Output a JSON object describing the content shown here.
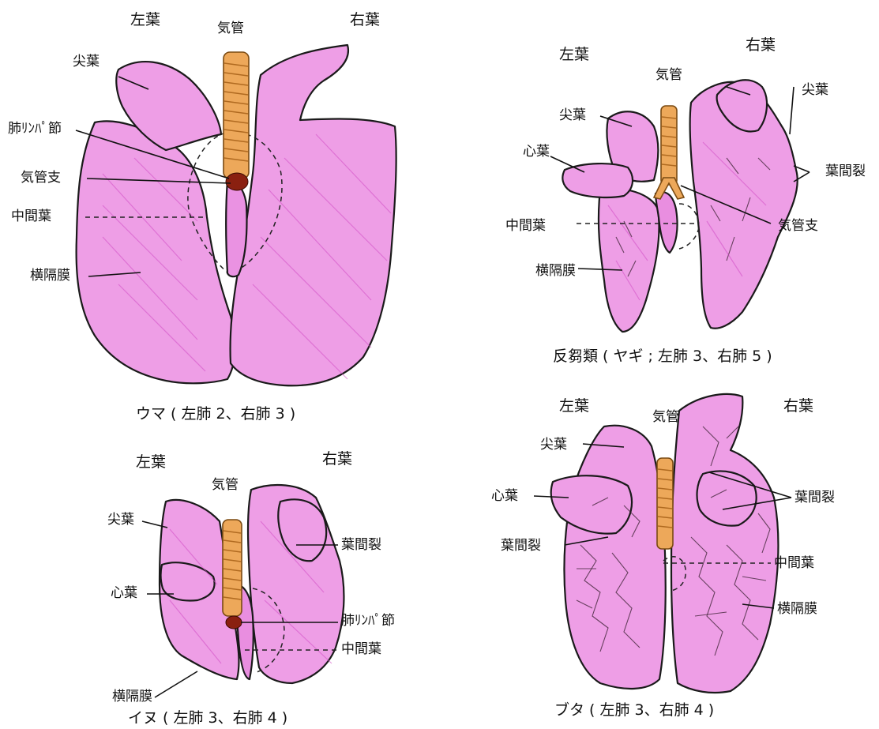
{
  "horse": {
    "caption": "ウマ ( 左肺 2、右肺 3 )",
    "labels": {
      "left_lobe": "左葉",
      "trachea": "気管",
      "right_lobe": "右葉",
      "apical_lobe": "尖葉",
      "lymph_node": "肺ﾘﾝﾊﾟ節",
      "bronchus": "気管支",
      "intermediate_lobe": "中間葉",
      "diaphragmatic_lobe": "横隔膜"
    }
  },
  "goat": {
    "caption": "反芻類 ( ヤギ ; 左肺 3、右肺 5 )",
    "labels": {
      "left_lobe": "左葉",
      "right_lobe": "右葉",
      "trachea": "気管",
      "apical_lobe_left": "尖葉",
      "apical_lobe_right": "尖葉",
      "cardiac_lobe": "心葉",
      "interlobar_fissure": "葉間裂",
      "intermediate_lobe": "中間葉",
      "bronchus": "気管支",
      "diaphragmatic_lobe": "横隔膜"
    }
  },
  "dog": {
    "caption": "イヌ ( 左肺 3、右肺 4 )",
    "labels": {
      "left_lobe": "左葉",
      "right_lobe": "右葉",
      "trachea": "気管",
      "apical_lobe": "尖葉",
      "interlobar_fissure": "葉間裂",
      "cardiac_lobe": "心葉",
      "lymph_node": "肺ﾘﾝﾊﾟ節",
      "intermediate_lobe": "中間葉",
      "diaphragmatic_lobe": "横隔膜"
    }
  },
  "pig": {
    "caption": "ブタ ( 左肺 3、右肺 4 )",
    "labels": {
      "left_lobe": "左葉",
      "trachea": "気管",
      "right_lobe": "右葉",
      "apical_lobe": "尖葉",
      "cardiac_lobe": "心葉",
      "interlobar_fissure_right": "葉間裂",
      "interlobar_fissure_left": "葉間裂",
      "intermediate_lobe": "中間葉",
      "diaphragmatic_lobe": "横隔膜"
    }
  },
  "colors": {
    "lung_fill": "#ee9ee6",
    "lung_shade": "#d24cc4",
    "trachea_fill": "#eda85a",
    "outline": "#1a1a1a"
  }
}
